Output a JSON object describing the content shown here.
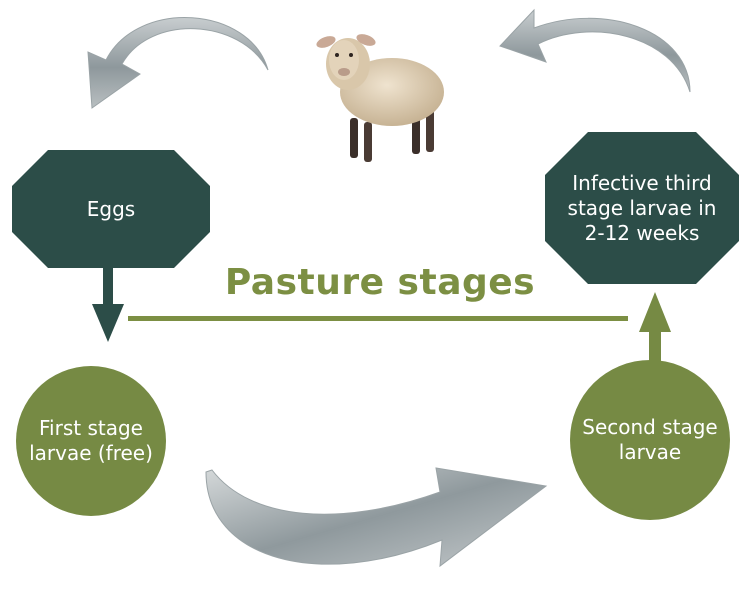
{
  "nodes": {
    "eggs": "Eggs",
    "third_stage": "Infective third\nstage larvae in\n2-12 weeks",
    "first_stage": "First stage\nlarvae (free)",
    "second_stage": "Second stage\nlarvae"
  },
  "title": "Pasture stages",
  "colors": {
    "dark_green": "#2c4d48",
    "olive_green": "#768a44",
    "title_green": "#7c8f43",
    "arrow_gray": "#9aa3a6"
  },
  "icons": {
    "sheep": "sheep-image"
  }
}
